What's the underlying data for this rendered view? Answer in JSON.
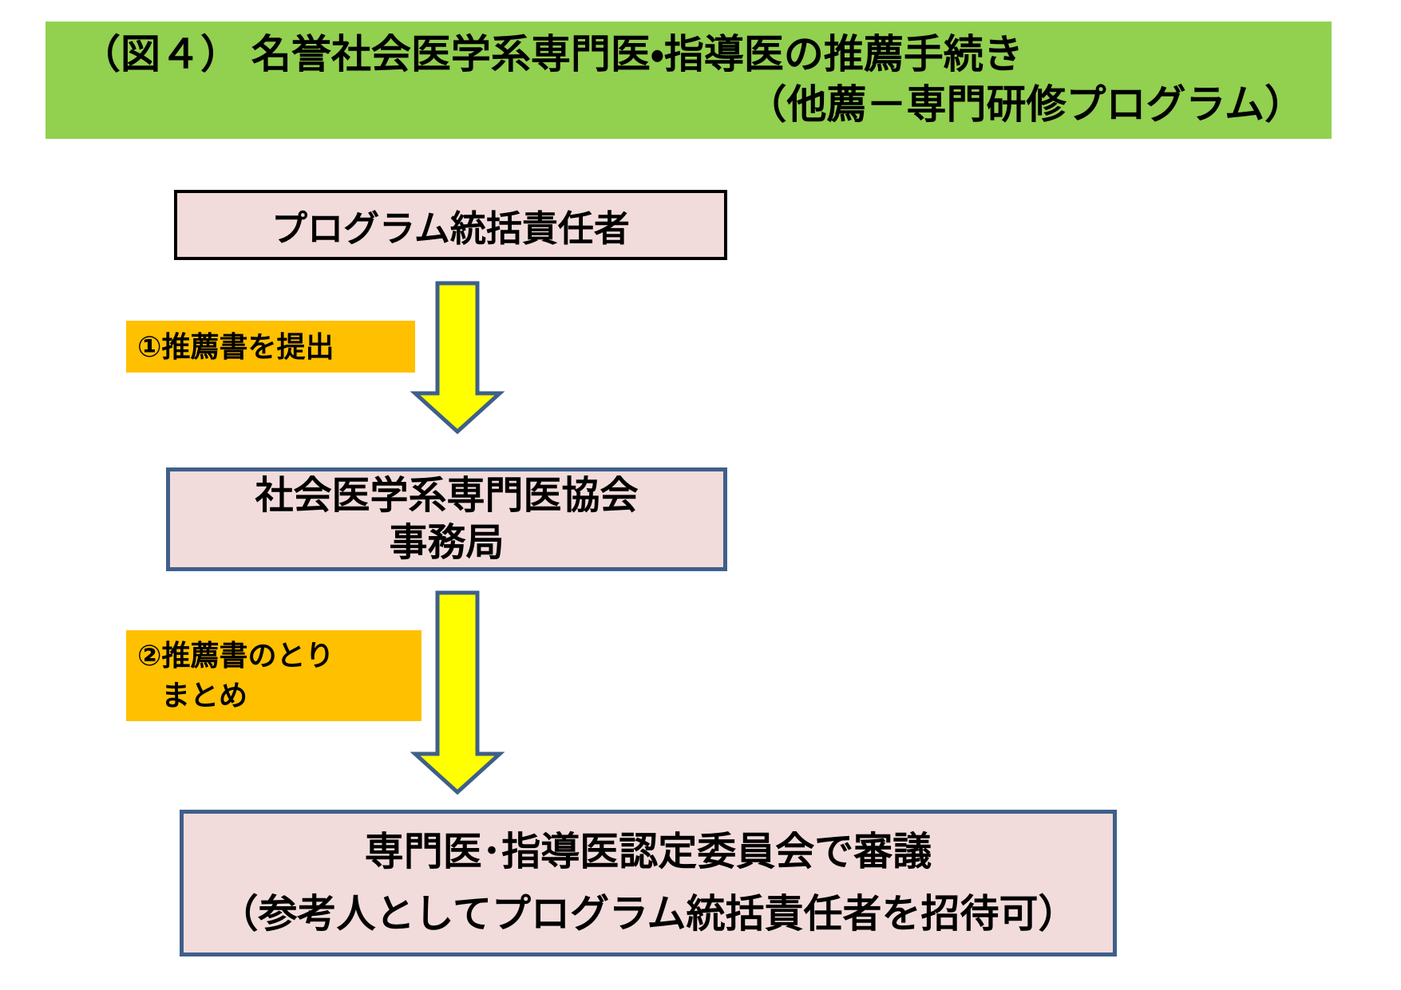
{
  "header": {
    "title_line1": "（図４） 名誉社会医学系専門医・指導医の推薦手続き",
    "title_line2": "（他薦－専門研修プログラム）"
  },
  "flow": {
    "box1_label": "プログラム統括責任者",
    "box2_line1": "社会医学系専門医協会",
    "box2_line2": "事務局",
    "box3_line1": "専門医･指導医認定委員会で審議",
    "box3_line2": "（参考人としてプログラム統括責任者を招待可）",
    "step1_label": "①推薦書を提出",
    "step2_line1": "②推薦書のとり",
    "step2_line2": "まとめ"
  },
  "icons": {
    "arrow1": "down-arrow",
    "arrow2": "down-arrow"
  },
  "colors": {
    "header_bg": "#92D050",
    "box_fill": "#F2DCDB",
    "box1_border": "#000000",
    "box_border_blue": "#3E5F8A",
    "step_label_bg": "#FFC000",
    "arrow_fill": "#FFFF00",
    "arrow_border": "#3E5F8A",
    "text": "#000000"
  }
}
